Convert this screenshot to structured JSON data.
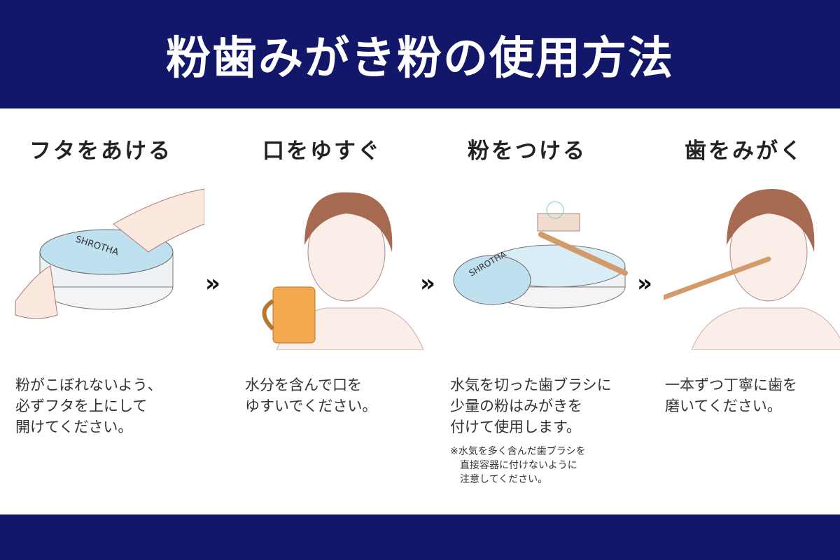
{
  "title": "粉歯みがき粉の使用方法",
  "colors": {
    "banner": "#12176a",
    "text": "#333333"
  },
  "arrow_glyph": "»",
  "steps": [
    {
      "heading": "フタをあける",
      "description": "粉がこぼれないよう、\n必ずフタを上にして\n開けてください。"
    },
    {
      "heading": "口をゆすぐ",
      "description": "水分を含んで口を\nゆすいでください。"
    },
    {
      "heading": "粉をつける",
      "description": "水気を切った歯ブラシに\n少量の粉はみがきを\n付けて使用します。",
      "note": "※水気を多く含んだ歯ブラシを\n　直接容器に付けないように\n　注意してください。"
    },
    {
      "heading": "歯をみがく",
      "description": "一本ずつ丁寧に歯を\n磨いてください。"
    }
  ],
  "jar_label": "SHROTHA"
}
